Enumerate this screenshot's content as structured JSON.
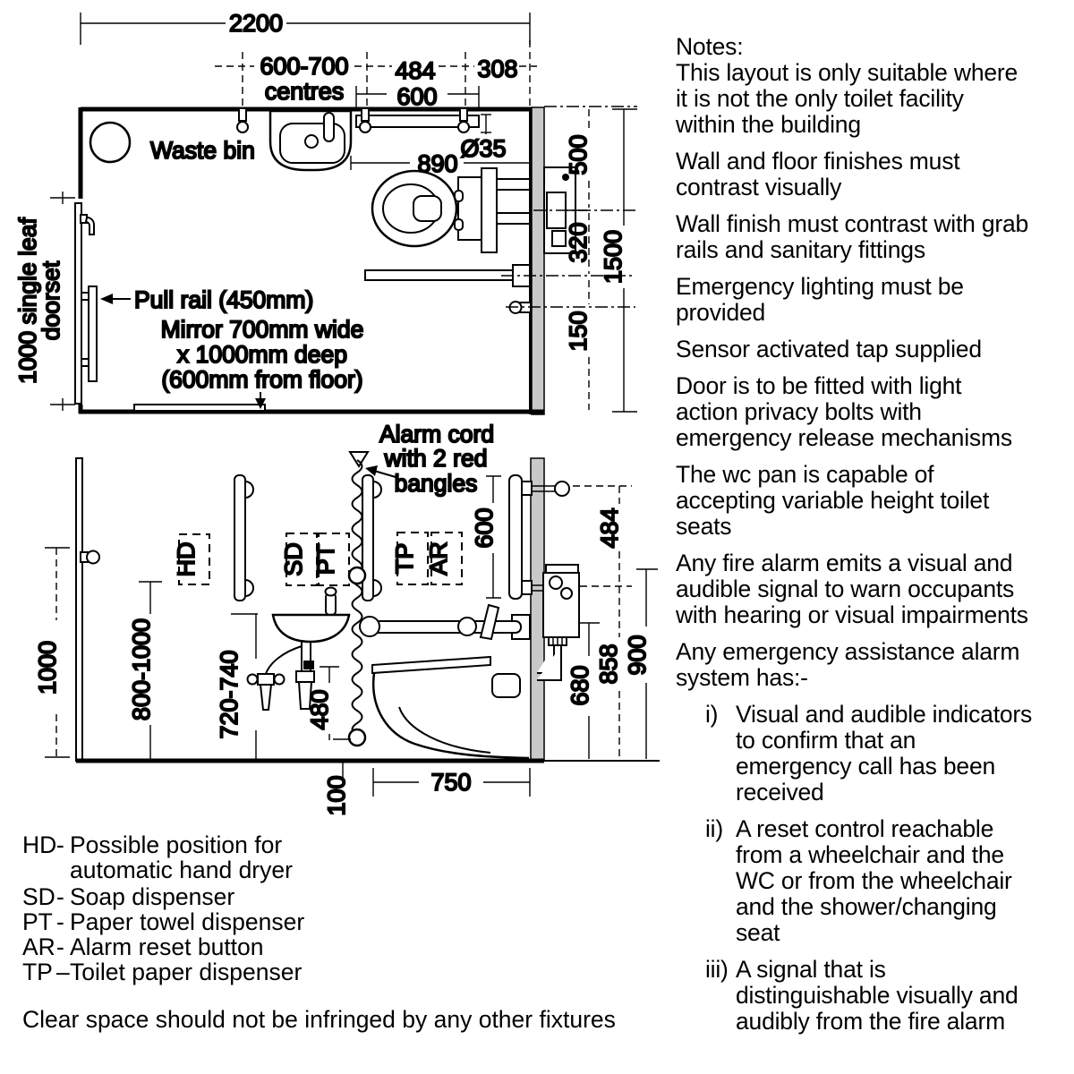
{
  "colors": {
    "background": "#ffffff",
    "line": "#000000",
    "wall_shading": "#c9c9c9"
  },
  "plan": {
    "dims": {
      "overall_width": "2200",
      "centres_l1": "600-700",
      "centres_l2": "centres",
      "d484": "484",
      "d308": "308",
      "shelf_600": "600",
      "d890": "890",
      "dia35": "Ø35",
      "d500": "500",
      "d320": "320",
      "d150": "150",
      "depth_1500": "1500",
      "doorset_l1": "1000 single leaf",
      "doorset_l2": "doorset"
    },
    "labels": {
      "waste_bin": "Waste bin",
      "pull_rail": "Pull rail (450mm)",
      "mirror_l1": "Mirror 700mm wide",
      "mirror_l2": "x 1000mm deep",
      "mirror_l3": "(600mm from floor)"
    }
  },
  "elevation": {
    "dims": {
      "d1000": "1000",
      "d800_1000": "800-1000",
      "d720_740": "720-740",
      "d480": "480",
      "d100": "100",
      "d750": "750",
      "rail_600": "600",
      "d484": "484",
      "d680": "680",
      "d858": "858",
      "d900": "900"
    },
    "labels": {
      "alarm_l1": "Alarm cord",
      "alarm_l2": "with 2 red",
      "alarm_l3": "bangles",
      "hd": "HD",
      "sd": "SD",
      "pt": "PT",
      "tp": "TP",
      "ar": "AR"
    }
  },
  "legend": {
    "items": [
      {
        "abbr": "HD",
        "sep": "-",
        "text": "Possible position for",
        "text2": "automatic hand dryer"
      },
      {
        "abbr": "SD",
        "sep": "-",
        "text": "Soap dispenser"
      },
      {
        "abbr": "PT",
        "sep": "-",
        "text": "Paper towel dispenser"
      },
      {
        "abbr": "AR",
        "sep": "-",
        "text": "Alarm reset button"
      },
      {
        "abbr": "TP",
        "sep": "–",
        "text": "Toilet paper dispenser"
      }
    ],
    "footer": "Clear space should not be infringed by any other fixtures"
  },
  "notes": {
    "title": "Notes:",
    "paragraphs": [
      [
        "This layout is only suitable where",
        "it is not the only toilet facility",
        "within the building"
      ],
      [
        "Wall and floor finishes must",
        "contrast visually"
      ],
      [
        "Wall finish must contrast with grab",
        "rails and sanitary fittings"
      ],
      [
        "Emergency lighting must be",
        "provided"
      ],
      [
        "Sensor activated tap supplied"
      ],
      [
        "Door is to be fitted with light",
        "action privacy bolts with",
        "emergency release mechanisms"
      ],
      [
        "The wc pan is capable of",
        "accepting variable height toilet",
        "seats"
      ],
      [
        "Any fire alarm emits a visual and",
        "audible signal to warn occupants",
        "with hearing or visual impairments"
      ],
      [
        "Any emergency assistance alarm",
        "system has:-"
      ]
    ],
    "list": [
      {
        "num": "i)",
        "lines": [
          "Visual and audible indicators",
          "to confirm that an",
          "emergency call has been",
          "received"
        ]
      },
      {
        "num": "ii)",
        "lines": [
          "A reset control reachable",
          "from a wheelchair and the",
          "WC or from the wheelchair",
          "and the shower/changing",
          "seat"
        ]
      },
      {
        "num": "iii)",
        "lines": [
          "A signal that is",
          "distinguishable visually and",
          "audibly from the fire alarm"
        ]
      }
    ]
  }
}
